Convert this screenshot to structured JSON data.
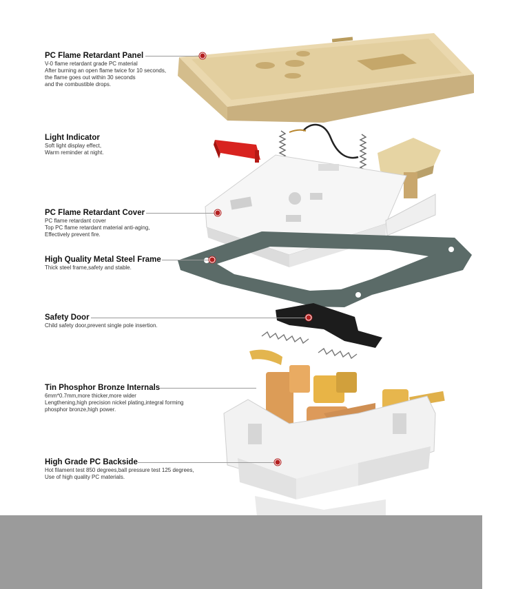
{
  "components": [
    {
      "title": "PC Flame Retardant Panel",
      "lines": [
        "V-0 flame retardant grade PC material",
        "After burning an open flame twice for 10 seconds,",
        "the flame goes out within 30 seconds",
        "and the combustible drops."
      ]
    },
    {
      "title": "Light  Indicator",
      "lines": [
        "Soft light display effect,",
        "Warm reminder at night."
      ]
    },
    {
      "title": "PC Flame Retardant Cover",
      "lines": [
        "PC flame retardant cover",
        "Top PC flame retardant material anti-aging,",
        "Effectively prevent fire."
      ]
    },
    {
      "title": "High Quality Metal Steel Frame",
      "lines": [
        "Thick steel frame,safety and stable."
      ]
    },
    {
      "title": "Safety Door",
      "lines": [
        "Child safety door,prevent single pole insertion."
      ]
    },
    {
      "title": "Tin Phosphor Bronze Internals",
      "lines": [
        "6mm*0.7mm,more thicker,more wider",
        "Lengthening,high precision nickel plating,integral forming",
        "phosphor bronze,high power."
      ]
    },
    {
      "title": "High Grade PC Backside",
      "lines": [
        "Hot filament test 850 degrees,ball pressure test 125 degrees,",
        "Use of high quality PC materials."
      ]
    }
  ],
  "colors": {
    "panel_gold": "#dcc799",
    "indicator_red": "#d8231f",
    "cover_white": "#f4f4f4",
    "frame_steel": "#5b6b68",
    "door_black": "#1c1c1c",
    "bronze": "#d99a4e",
    "gray_band": "#9b9b9b"
  }
}
